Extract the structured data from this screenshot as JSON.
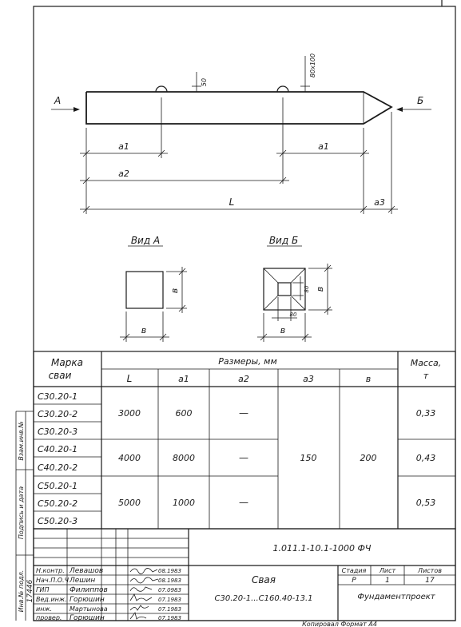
{
  "drawing": {
    "section_a": "А",
    "section_b": "Б",
    "dim_a1_left": "а1",
    "dim_a1_right": "а1",
    "dim_a2": "а2",
    "dim_L": "L",
    "dim_a3": "а3",
    "loop_height": "50",
    "loop_width": "80х100",
    "view_a_title": "Вид А",
    "view_b_title": "Вид Б",
    "view_a_side": "в",
    "view_a_bottom": "в",
    "view_b_side": "в",
    "view_b_small_v": "80",
    "view_b_small_h": "80",
    "view_b_bottom": "в"
  },
  "table": {
    "head_mark": [
      "Марка",
      "сваи"
    ],
    "head_dims": "Размеры, мм",
    "head_mass": [
      "Масса,",
      "т"
    ],
    "subheads": [
      "L",
      "а1",
      "а2",
      "а3",
      "в"
    ],
    "marks": [
      "С30.20-1",
      "С30.20-2",
      "С30.20-3",
      "С40.20-1",
      "С40.20-2",
      "С50.20-1",
      "С50.20-2",
      "С50.20-3"
    ],
    "groups": [
      {
        "L": "3000",
        "a1": "600",
        "a2": "—",
        "mass": "0,33"
      },
      {
        "L": "4000",
        "a1": "8000",
        "a2": "—",
        "mass": "0,43"
      },
      {
        "L": "5000",
        "a1": "1000",
        "a2": "—",
        "mass": "0,53"
      }
    ],
    "a3": "150",
    "v": "200"
  },
  "stamp": {
    "code": "1.011.1-10.1-1000 ФЧ",
    "roles": [
      "Н.контр.",
      "Нач.П.О.Ч",
      "ГИП",
      "Вед.инж.",
      "инж.",
      "провер."
    ],
    "names": [
      "Левашов",
      "Лешин",
      "Филиппов",
      "Горюшин",
      "Мартынова",
      "Горюшин"
    ],
    "dates": [
      "08.1983",
      "08.1983",
      "07.0983",
      "07.1983",
      "07.1983",
      "07.1983"
    ],
    "title": "Свая",
    "subtitle": "С30.20-1...С160.40-13.1",
    "stage_label": "Стадия",
    "sheet_label": "Лист",
    "sheets_label": "Листов",
    "stage": "Р",
    "sheet": "1",
    "sheets": "17",
    "org": "Фундаментпроект",
    "footer": "Копировал   Формат А4"
  },
  "margin": {
    "inv_no": "Инв.№ подл.",
    "sign_date": "Подпись и дата",
    "replace_inv": "Взам.инв.№",
    "inv_value": "17446"
  }
}
